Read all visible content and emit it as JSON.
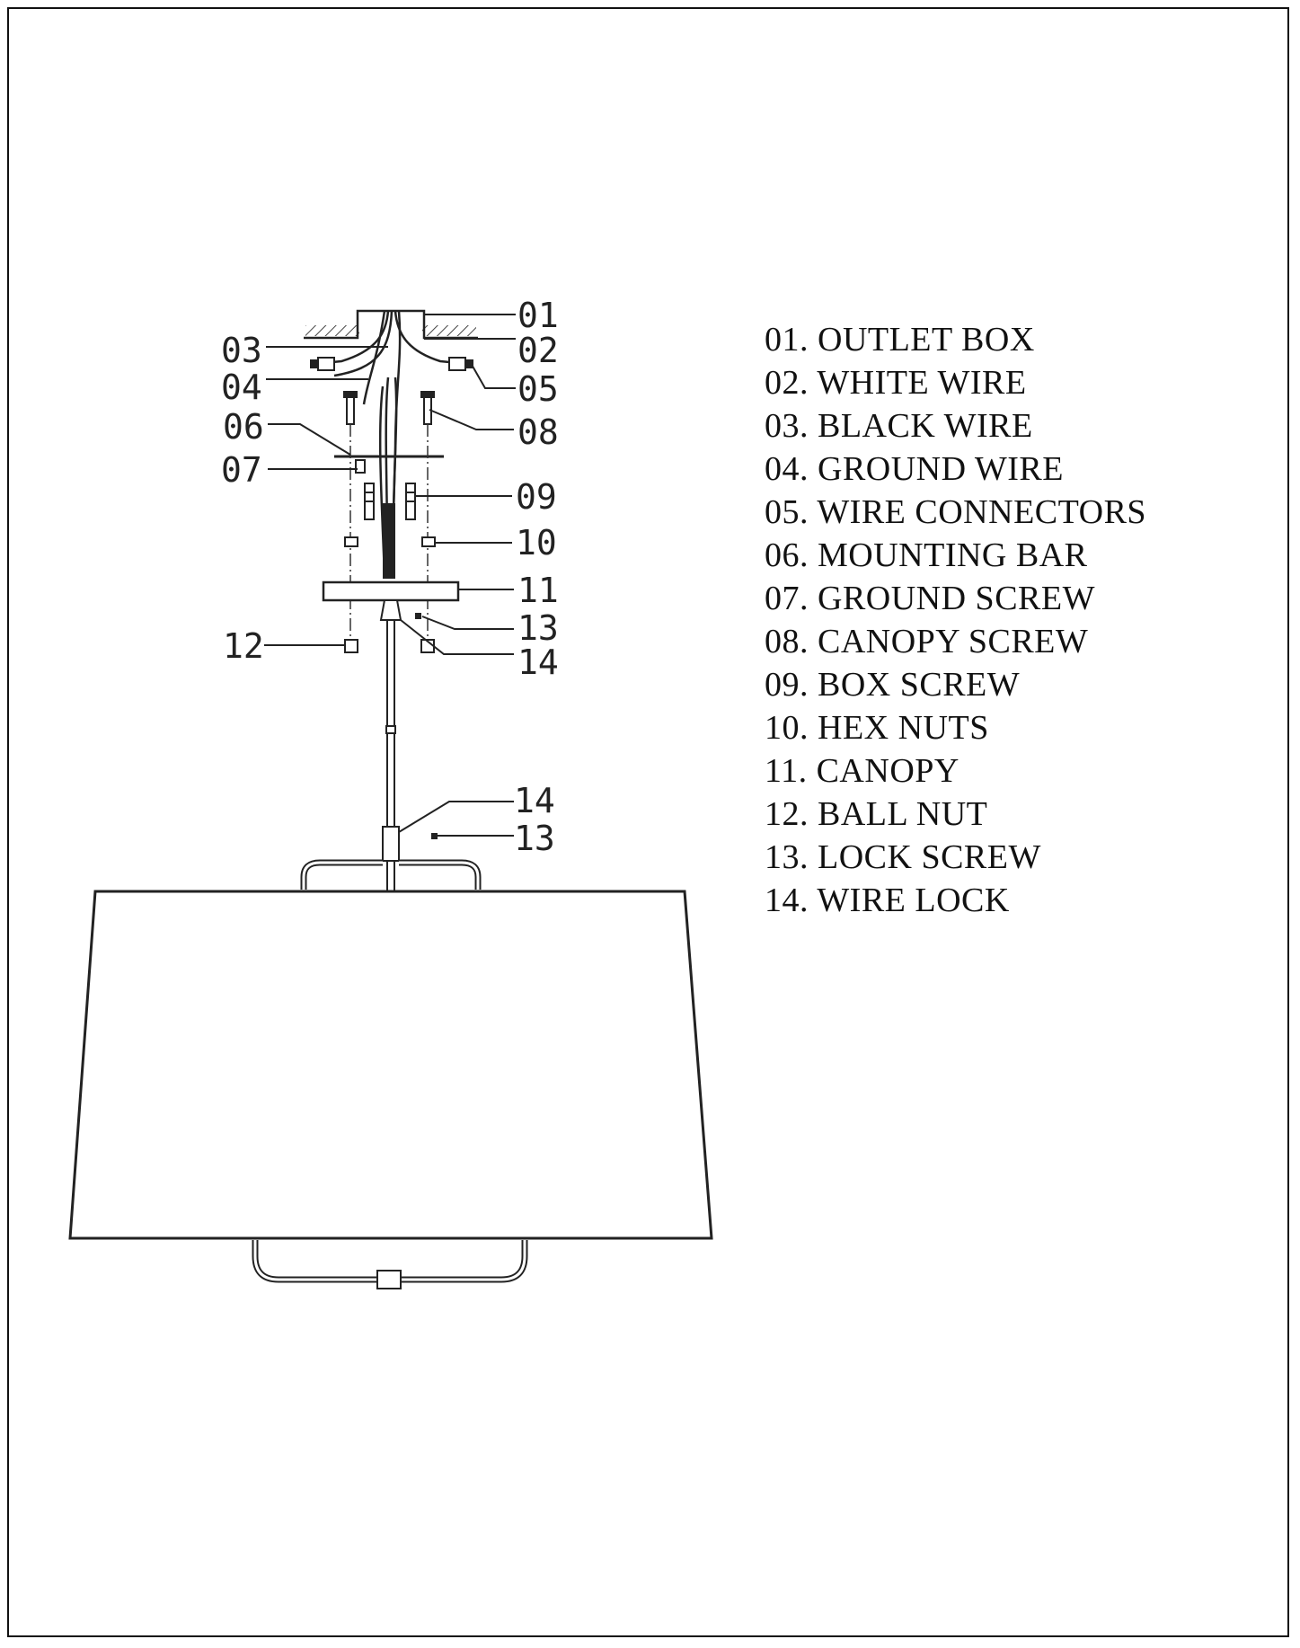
{
  "parts": [
    {
      "num": "01",
      "name": "OUTLET BOX"
    },
    {
      "num": "02",
      "name": "WHITE WIRE"
    },
    {
      "num": "03",
      "name": "BLACK WIRE"
    },
    {
      "num": "04",
      "name": "GROUND WIRE"
    },
    {
      "num": "05",
      "name": "WIRE CONNECTORS"
    },
    {
      "num": "06",
      "name": "MOUNTING BAR"
    },
    {
      "num": "07",
      "name": "GROUND SCREW"
    },
    {
      "num": "08",
      "name": "CANOPY SCREW"
    },
    {
      "num": "09",
      "name": "BOX SCREW"
    },
    {
      "num": "10",
      "name": "HEX NUTS"
    },
    {
      "num": "11",
      "name": "CANOPY"
    },
    {
      "num": "12",
      "name": "BALL NUT"
    },
    {
      "num": "13",
      "name": "LOCK SCREW"
    },
    {
      "num": "14",
      "name": "WIRE LOCK"
    }
  ],
  "legend": [
    "01. OUTLET BOX",
    "02. WHITE WIRE",
    "03. BLACK WIRE",
    "04. GROUND WIRE",
    "05. WIRE CONNECTORS",
    "06. MOUNTING BAR",
    "07. GROUND SCREW",
    "08. CANOPY SCREW",
    "09. BOX SCREW",
    "10. HEX NUTS",
    "11. CANOPY",
    "12. BALL NUT",
    "13. LOCK SCREW",
    "14. WIRE LOCK"
  ],
  "callouts": {
    "c01": "01",
    "c02": "02",
    "c03": "03",
    "c04": "04",
    "c05": "05",
    "c06": "06",
    "c07": "07",
    "c08": "08",
    "c09": "09",
    "c10": "10",
    "c11": "11",
    "c12": "12",
    "c13a": "13",
    "c14a": "14",
    "c14b": "14",
    "c13b": "13"
  }
}
